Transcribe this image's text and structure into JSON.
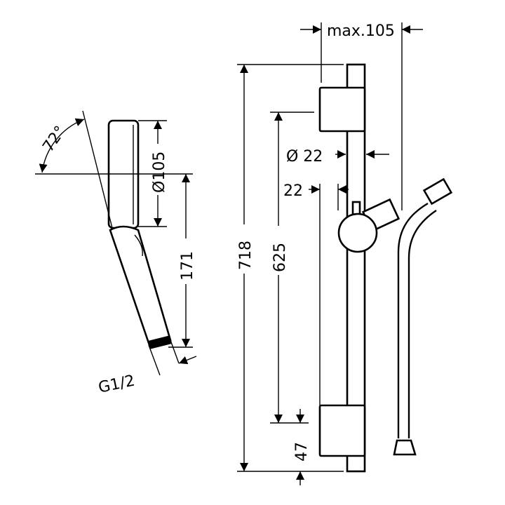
{
  "dimensions": {
    "max_width": "max.105",
    "rail_diameter": "Ø 22",
    "rail_offset": "22",
    "total_length": "718",
    "bracket_spacing": "625",
    "bottom_offset": "47",
    "head_diameter": "Ø105",
    "handshower_length": "171",
    "tilt_angle": "72°",
    "thread": "G1/2"
  }
}
